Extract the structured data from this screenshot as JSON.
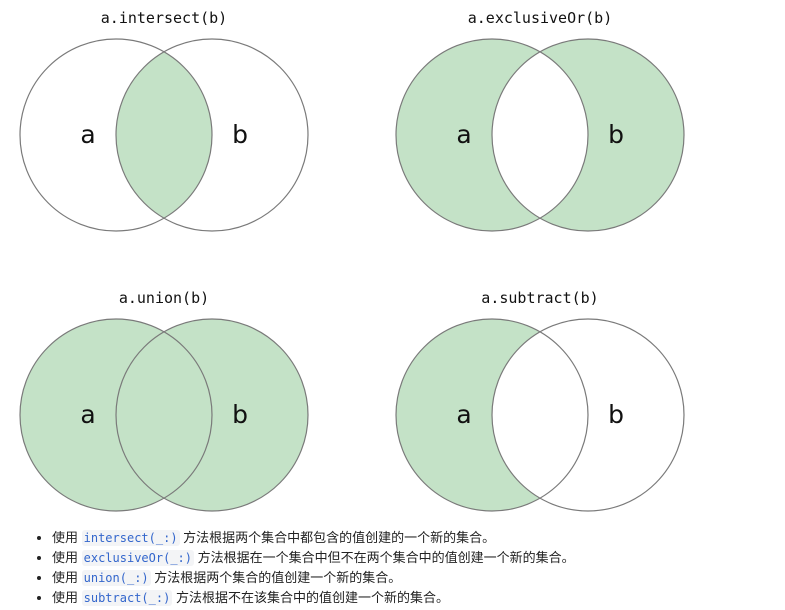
{
  "colors": {
    "fill": "#c4e2c7",
    "stroke": "#7a7a7a"
  },
  "diagrams": [
    {
      "title": "a.intersect(b)",
      "label_a": "a",
      "label_b": "b",
      "shade": "intersect"
    },
    {
      "title": "a.exclusiveOr(b)",
      "label_a": "a",
      "label_b": "b",
      "shade": "exclusiveOr"
    },
    {
      "title": "a.union(b)",
      "label_a": "a",
      "label_b": "b",
      "shade": "union"
    },
    {
      "title": "a.subtract(b)",
      "label_a": "a",
      "label_b": "b",
      "shade": "subtract"
    }
  ],
  "notes": [
    {
      "before": "使用 ",
      "code": "intersect(_:)",
      "after": " 方法根据两个集合中都包含的值创建的一个新的集合。"
    },
    {
      "before": "使用 ",
      "code": "exclusiveOr(_:)",
      "after": " 方法根据在一个集合中但不在两个集合中的值创建一个新的集合。"
    },
    {
      "before": "使用 ",
      "code": "union(_:)",
      "after": " 方法根据两个集合的值创建一个新的集合。"
    },
    {
      "before": "使用 ",
      "code": "subtract(_:)",
      "after": " 方法根据不在该集合中的值创建一个新的集合。"
    }
  ]
}
